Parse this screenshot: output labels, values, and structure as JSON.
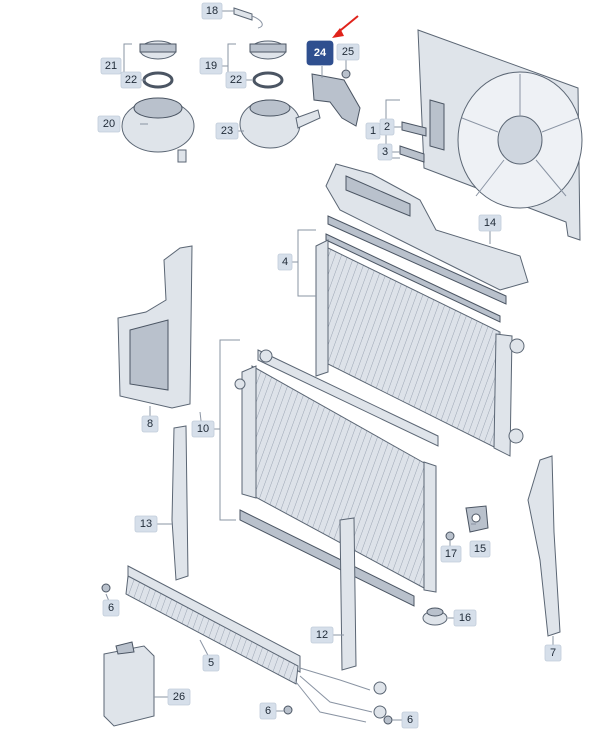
{
  "diagram": {
    "labels": {
      "p1": "1",
      "p2": "2",
      "p3": "3",
      "p4": "4",
      "p5": "5",
      "p6a": "6",
      "p6b": "6",
      "p6c": "6",
      "p7": "7",
      "p8": "8",
      "p10": "10",
      "p12": "12",
      "p13": "13",
      "p14": "14",
      "p15": "15",
      "p16": "16",
      "p17": "17",
      "p18": "18",
      "p19": "19",
      "p20": "20",
      "p21": "21",
      "p22a": "22",
      "p22b": "22",
      "p23": "23",
      "p24": "24",
      "p25": "25",
      "p26": "26"
    },
    "highlighted_part": "24",
    "colors": {
      "highlight_box": "#2f4f8f",
      "label_box": "#d6dfea",
      "arrow": "#e0231b"
    }
  }
}
